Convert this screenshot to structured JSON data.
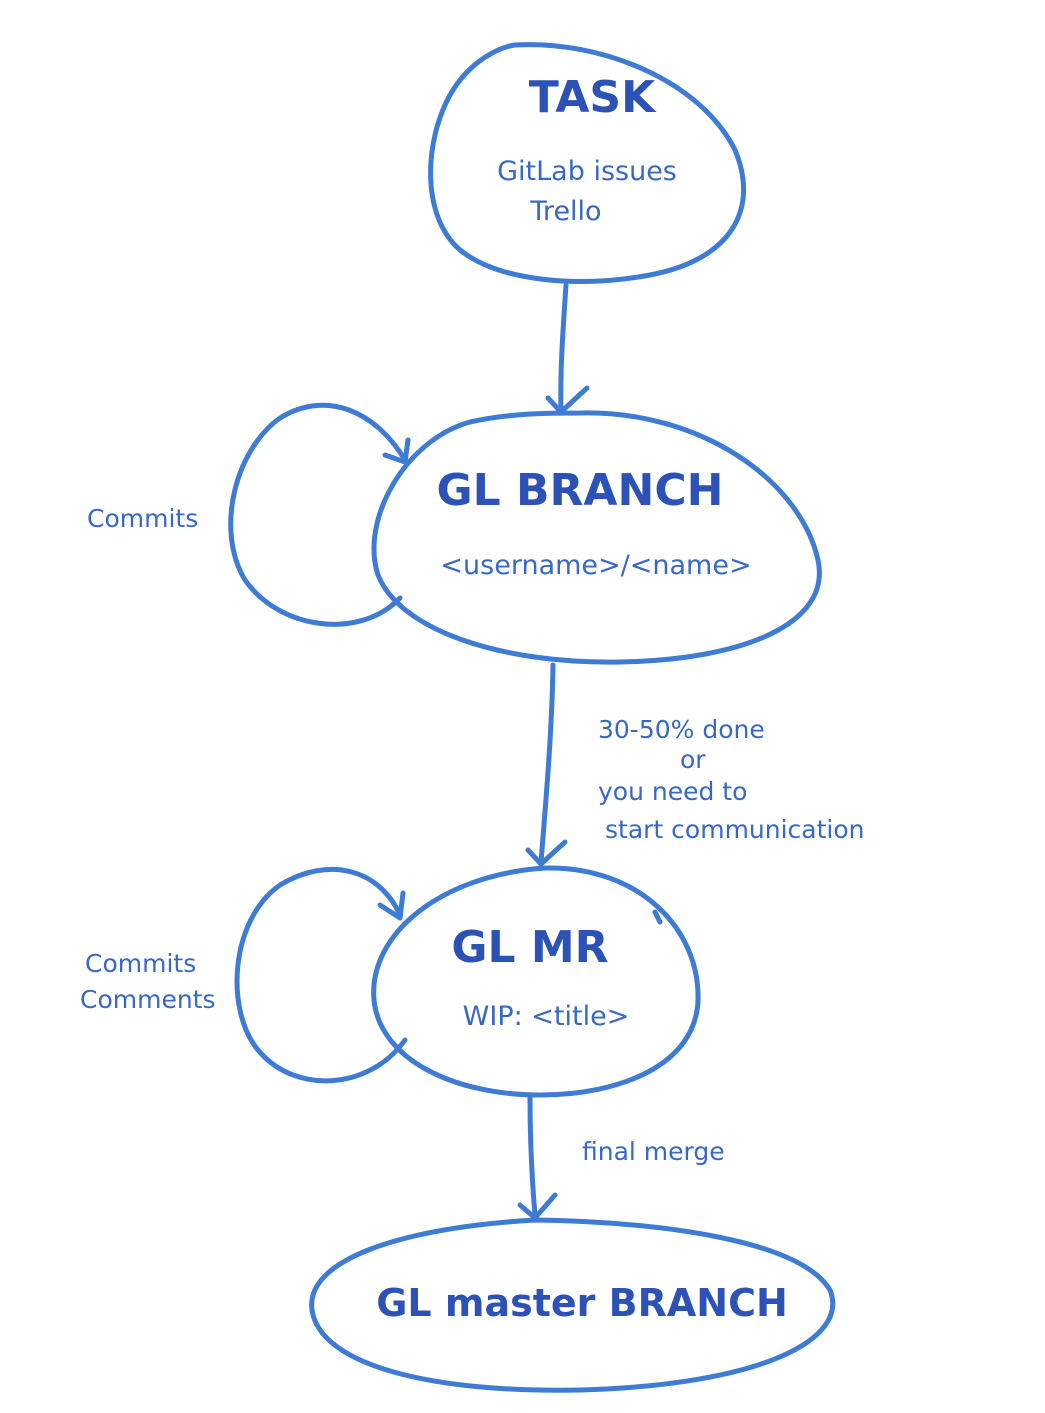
{
  "colors": {
    "ink": "#3d7bd4",
    "ink_text": "#3868c6",
    "background": "#ffffff"
  },
  "nodes": {
    "task": {
      "title": "TASK",
      "line1": "GitLab issues",
      "line2": "Trello"
    },
    "gl_branch": {
      "title": "GL BRANCH",
      "line1": "<username>/<name>"
    },
    "gl_mr": {
      "title": "GL MR",
      "line1": "WIP: <title>"
    },
    "gl_master": {
      "title": "GL master BRANCH"
    }
  },
  "loops": {
    "branch_loop_label": "Commits",
    "mr_loop_label_1": "Commits",
    "mr_loop_label_2": "Comments"
  },
  "edges": {
    "branch_to_mr": {
      "line1": "30-50% done",
      "line2": "or",
      "line3": "you need to",
      "line4": "start communication"
    },
    "mr_to_master": {
      "label": "final merge"
    }
  }
}
